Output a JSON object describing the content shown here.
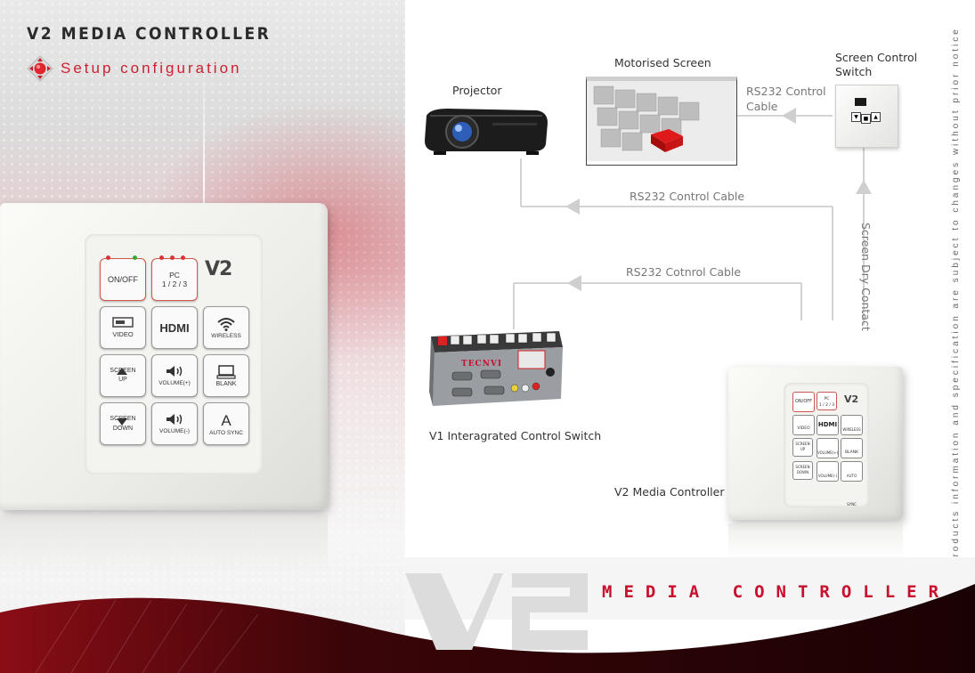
{
  "header": {
    "title": "V2 MEDIA CONTROLLER",
    "subtitle": "Setup configuration",
    "subtitle_icon": "red-diamond-dpad-icon"
  },
  "colors": {
    "accent": "#cc1f2f",
    "dark": "#2b2b2b",
    "line": "#c8c8c8"
  },
  "device": {
    "logo": "V2",
    "keys": [
      {
        "label": "ON/OFF",
        "icon": ""
      },
      {
        "label": "PC\n1 / 2 / 3",
        "icon": ""
      },
      {
        "label": "VIDEO",
        "icon": "video-icon"
      },
      {
        "label": "HDMI",
        "icon": ""
      },
      {
        "label": "WIRELESS",
        "icon": "wifi-icon"
      },
      {
        "label": "SCREEN\nUP",
        "icon": "triangle-up-icon"
      },
      {
        "label": "VOLUME(+)",
        "icon": "speaker-icon"
      },
      {
        "label": "BLANK",
        "icon": "monitor-icon"
      },
      {
        "label": "SCREEN\nDOWN",
        "icon": "triangle-down-icon"
      },
      {
        "label": "VOLUME(-)",
        "icon": "speaker-icon"
      },
      {
        "label": "AUTO SYNC",
        "icon": "letter-a"
      }
    ]
  },
  "diagram": {
    "projector": "Projector",
    "motorised_screen": "Motorised Screen",
    "screen_control_switch": "Screen Control\nSwitch",
    "rs232_top": "RS232 Control\nCable",
    "rs232_middle": "RS232 Control Cable",
    "rs232_lower": "RS232 Cotnrol Cable",
    "dry_contact": "Screen Dry Contact",
    "v1_label": "V1 Interagrated Control Switch",
    "v1_brand": "TECNVI",
    "v2_label": "V2 Media Controller"
  },
  "side_note": "All products information and specification are subject to changes without prior notice",
  "footer": {
    "brand": "MEDIA CONTROLLER"
  }
}
